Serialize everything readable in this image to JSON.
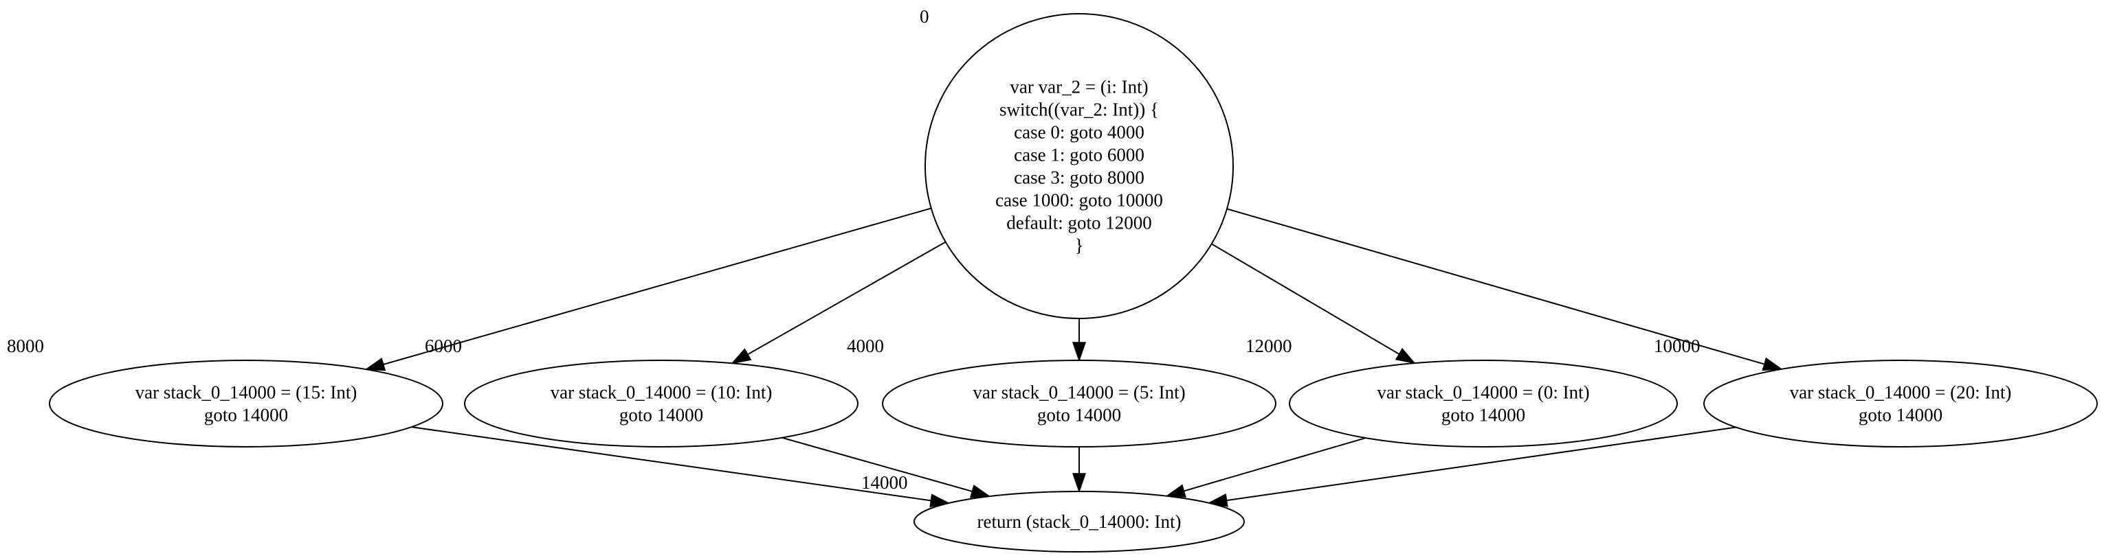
{
  "graph": {
    "nodes": [
      {
        "id": "n0",
        "label": "0",
        "lines": [
          "var var_2 = (i: Int)",
          "switch((var_2: Int)) {",
          "case 0: goto 4000",
          "case 1: goto 6000",
          "case 3: goto 8000",
          "case 1000: goto 10000",
          "default: goto 12000",
          "}"
        ]
      },
      {
        "id": "n8000",
        "label": "8000",
        "lines": [
          "var stack_0_14000 = (15: Int)",
          "goto 14000"
        ]
      },
      {
        "id": "n6000",
        "label": "6000",
        "lines": [
          "var stack_0_14000 = (10: Int)",
          "goto 14000"
        ]
      },
      {
        "id": "n4000",
        "label": "4000",
        "lines": [
          "var stack_0_14000 = (5: Int)",
          "goto 14000"
        ]
      },
      {
        "id": "n12000",
        "label": "12000",
        "lines": [
          "var stack_0_14000 = (0: Int)",
          "goto 14000"
        ]
      },
      {
        "id": "n10000",
        "label": "10000",
        "lines": [
          "var stack_0_14000 = (20: Int)",
          "goto 14000"
        ]
      },
      {
        "id": "n14000",
        "label": "14000",
        "lines": [
          "return (stack_0_14000: Int)"
        ]
      }
    ],
    "edges": [
      {
        "from": "n0",
        "to": "n8000"
      },
      {
        "from": "n0",
        "to": "n6000"
      },
      {
        "from": "n0",
        "to": "n4000"
      },
      {
        "from": "n0",
        "to": "n12000"
      },
      {
        "from": "n0",
        "to": "n10000"
      },
      {
        "from": "n8000",
        "to": "n14000"
      },
      {
        "from": "n6000",
        "to": "n14000"
      },
      {
        "from": "n4000",
        "to": "n14000"
      },
      {
        "from": "n12000",
        "to": "n14000"
      },
      {
        "from": "n10000",
        "to": "n14000"
      }
    ]
  }
}
